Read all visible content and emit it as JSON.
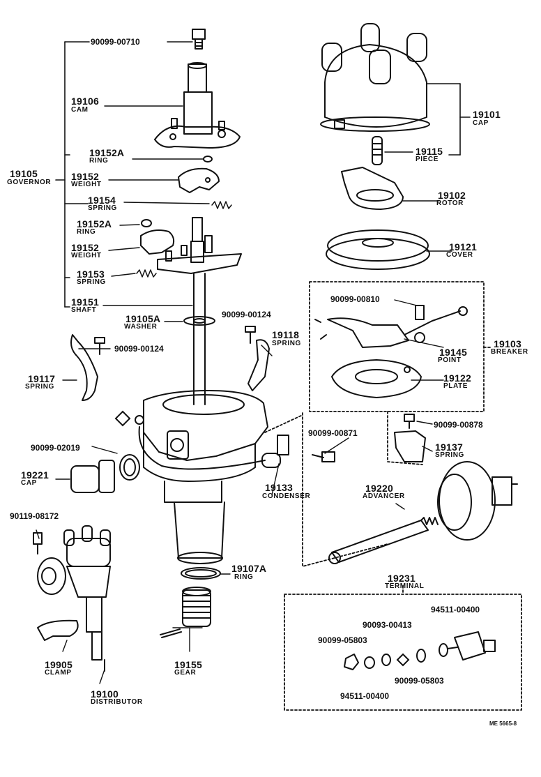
{
  "labels": {
    "p90099_00710": "90099-00710",
    "p19106": "19106",
    "cam": "CAM",
    "p19152A_1": "19152A",
    "ring1": "RING",
    "p19105": "19105",
    "governor": "GOVERNOR",
    "p19152_1": "19152",
    "weight1": "WEIGHT",
    "p19154": "19154",
    "spring1": "SPRING",
    "p19152A_2": "19152A",
    "ring2": "RING",
    "p19152_2": "19152",
    "weight2": "WEIGHT",
    "p19153": "19153",
    "spring2": "SPRING",
    "p19151": "19151",
    "shaft": "SHAFT",
    "p19105A": "19105A",
    "washer": "WASHER",
    "p90099_00124_a": "90099-00124",
    "p90099_00124_b": "90099-00124",
    "p19118": "19118",
    "spring3": "SPRING",
    "p19117": "19117",
    "spring4": "SPRING",
    "p90099_02019": "90099-02019",
    "p19221": "19221",
    "cap1": "CAP",
    "p90119_08172": "90119-08172",
    "p19133": "19133",
    "condenser": "CONDENSER",
    "p19107A": "19107A",
    "ring3": "RING",
    "p19905": "19905",
    "clamp": "CLAMP",
    "p19155": "19155",
    "gear": "GEAR",
    "p19100": "19100",
    "distributor": "DISTRIBUTOR",
    "p19101": "19101",
    "cap2": "CAP",
    "p19115": "19115",
    "piece": "PIECE",
    "p19102": "19102",
    "rotor": "ROTOR",
    "p19121": "19121",
    "cover": "COVER",
    "p90099_00810": "90099-00810",
    "p19103": "19103",
    "breaker": "BREAKER",
    "p19145": "19145",
    "point": "POINT",
    "p19122": "19122",
    "plate": "PLATE",
    "p90099_00878": "90099-00878",
    "p90099_00871": "90099-00871",
    "p19137": "19137",
    "spring5": "SPRING",
    "p19220": "19220",
    "advancer": "ADVANCER",
    "p19231": "19231",
    "terminal": "TERMINAL",
    "p94511_00400_a": "94511-00400",
    "p90093_00413": "90093-00413",
    "p90099_05803_a": "90099-05803",
    "p90099_05803_b": "90099-05803",
    "p94511_00400_b": "94511-00400",
    "ref": "ME 5665-8"
  }
}
